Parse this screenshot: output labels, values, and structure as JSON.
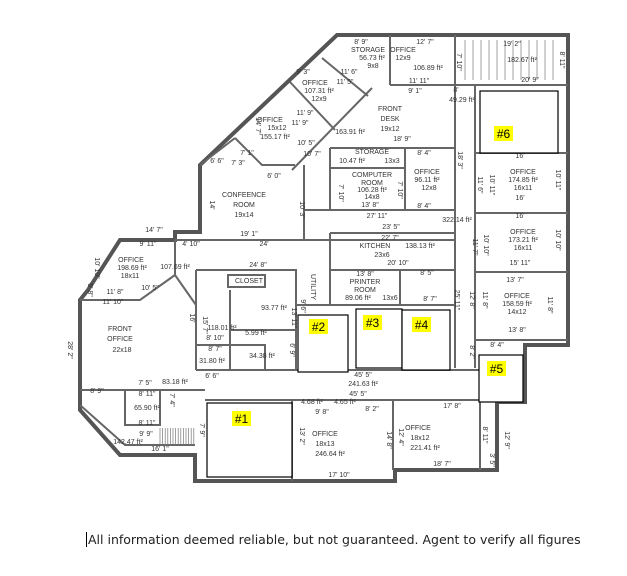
{
  "plan": {
    "labels": [
      "8' 9\"",
      "STORAGE",
      "56.73 ft²",
      "9x8",
      "OFFICE",
      "12' 7\"",
      "12x9",
      "106.89 ft²",
      "11' 11\"",
      "19' 2\"",
      "182.67 ft²",
      "20' 9\"",
      "8' 11\"",
      "7' 10\"",
      "9' 1\"",
      "8'",
      "49.29 ft²",
      "OFFICE",
      "107.31 ft²",
      "12x9",
      "9' 3\"",
      "11' 6\"",
      "11' 5\"",
      "FRONT",
      "DESK",
      "19x12",
      "18' 9\"",
      "163.91 ft²",
      "OFFICE",
      "15x12",
      "155.17 ft²",
      "14' 7\"",
      "11' 9\"",
      "11' 9\"",
      "10' 5\"",
      "10' 7\"",
      "STORAGE",
      "10.47 ft²",
      "13x3",
      "8' 4\"",
      "COMPUTER",
      "ROOM",
      "106.28 ft²",
      "14x8",
      "13' 8\"",
      "7' 10\"",
      "7' 10\"",
      "OFFICE",
      "96.11 ft²",
      "12x8",
      "8' 4\"",
      "CONFEENCE",
      "ROOM",
      "19x14",
      "6' 0\"",
      "7' 1\"",
      "7' 3\"",
      "6' 6\"",
      "14'",
      "10' 3\"",
      "27' 11\"",
      "23' 5\"",
      "322.14 ft²",
      "19' 1\"",
      "24'",
      "14' 7\"",
      "9' 11\"",
      "4' 10\"",
      "22' 7\"",
      "KITCHEN",
      "138.13 ft²",
      "23x6",
      "20' 10\"",
      "OFFICE",
      "198.69 ft²",
      "18x11",
      "107.69 ft²",
      "24' 8\"",
      "CLOSET",
      "13' 8\"",
      "PRINTER",
      "ROOM",
      "89.06 ft²",
      "13x6",
      "8' 5\"",
      "8' 7\"",
      "UTILITY",
      "11' 8\"",
      "11' 10\"",
      "FRONT",
      "OFFICE",
      "22x18",
      "16'",
      "15' 7\"",
      "118.01 ft²",
      "93.77 ft²",
      "13' 11\"",
      "5.99 ft²",
      "8' 10\"",
      "8' 7\"",
      "34.38 ft²",
      "31.80 ft²",
      "6' 6\"",
      "83.18 ft²",
      "7' 5\"",
      "8' 9\"",
      "8' 11\"",
      "65.90 ft²",
      "8' 11\"",
      "9' 9\"",
      "142.47 ft²",
      "16' 1\"",
      "45' 5\"",
      "241.63 ft²",
      "45' 5\"",
      "9' 8\"",
      "8' 2\"",
      "OFFICE",
      "18x13",
      "246.64 ft²",
      "13' 2\"",
      "14' 8\"",
      "17' 10\"",
      "17' 8\"",
      "OFFICE",
      "18x12",
      "221.41 ft²",
      "12' 4\"",
      "18' 7\"",
      "8' 11\"",
      "12' 9\"",
      "3' 5\"",
      "16'",
      "OFFICE",
      "174.85 ft²",
      "16x11",
      "10' 11\"",
      "16'",
      "16'",
      "OFFICE",
      "173.21 ft²",
      "16x11",
      "10' 10\"",
      "15' 11\"",
      "13' 7\"",
      "OFFICE",
      "158.59 ft²",
      "14x12",
      "11' 8\"",
      "13' 8\"",
      "8' 4\"",
      "11' 6\"",
      "10' 11\"",
      "18' 3\"",
      "11' 7\"",
      "10' 10\"",
      "12' 8\"",
      "11' 8\"",
      "25' 11\"",
      "8' 2\"",
      "28' 2\"",
      "10' 10\"",
      "6' 8\"",
      "7' 4\"",
      "7' 9\"",
      "4.68 ft²",
      "4.65 ft²",
      "9' 6\"",
      "6' 9\"",
      "10' 5\""
    ],
    "units": [
      "#1",
      "#2",
      "#3",
      "#4",
      "#5",
      "#6"
    ],
    "highlight_color": "#ffff00"
  },
  "caption": "All information deemed reliable, but not guaranteed. Agent to verify all figures"
}
